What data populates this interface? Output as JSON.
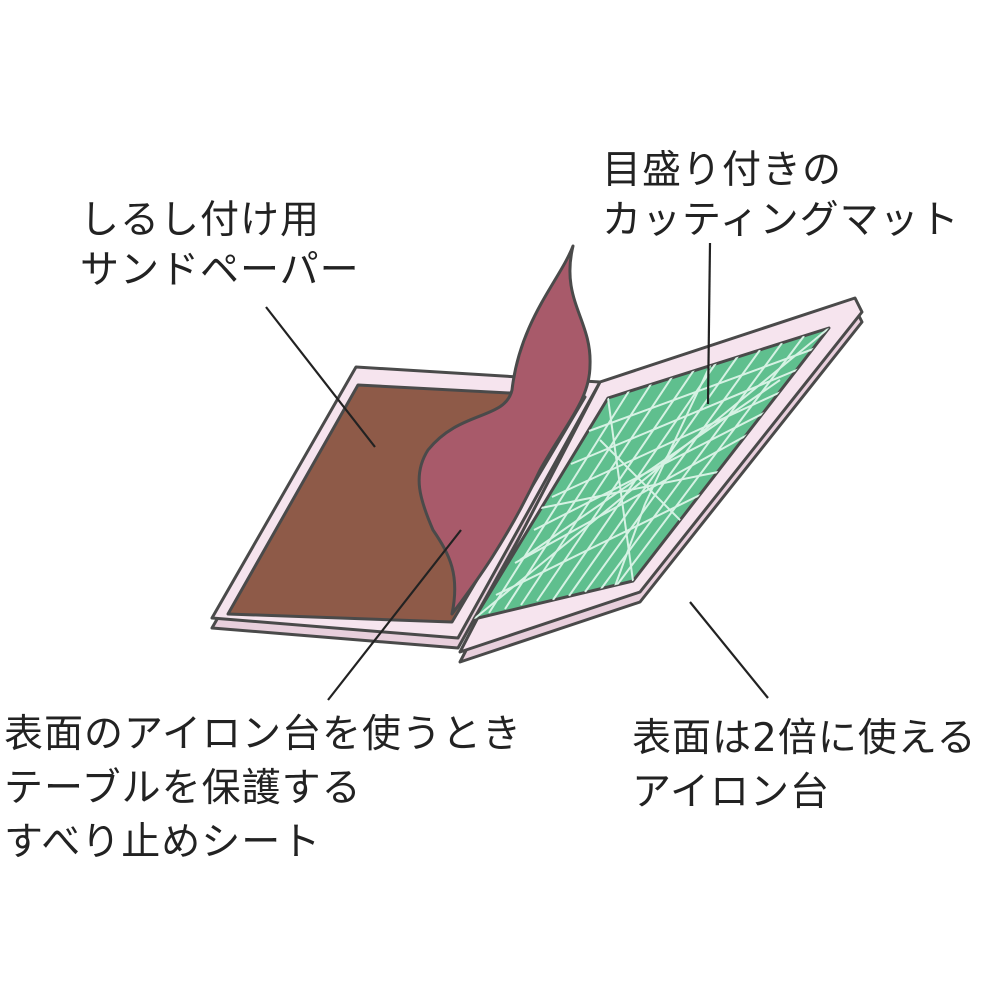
{
  "labels": {
    "sandpaper": [
      "しるし付け用",
      "サンドペーパー"
    ],
    "cutting_mat": [
      "目盛り付きの",
      "カッティングマット"
    ],
    "non_slip_sheet": [
      "表面のアイロン台を使うとき",
      "テーブルを保護する",
      "すべり止めシート"
    ],
    "iron_board": [
      "表面は2倍に使える",
      "アイロン台"
    ]
  },
  "colors": {
    "outline": "#4a4a4a",
    "frame": "#f6e4ee",
    "frame_edge": "#e8cfdc",
    "sandpaper": "#8e5a48",
    "sheet": "#a85a6a",
    "mat": "#5fbf8e",
    "mat_lines": "#d6f2e4"
  }
}
